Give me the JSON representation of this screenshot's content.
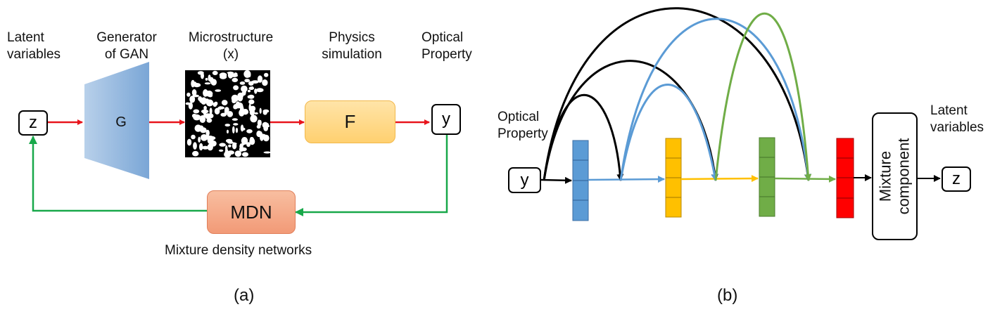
{
  "panel_a": {
    "header_latent": [
      "Latent",
      "variables"
    ],
    "header_generator": [
      "Generator",
      "of GAN"
    ],
    "header_micro": [
      "Microstructure",
      "(x)"
    ],
    "header_physics": [
      "Physics",
      "simulation"
    ],
    "header_optical": [
      "Optical",
      "Property"
    ],
    "node_z": "z",
    "generator_label": "G",
    "f_label": "F",
    "node_y": "y",
    "mdn_label": "MDN",
    "mdn_caption": "Mixture density networks",
    "caption": "(a)"
  },
  "panel_b": {
    "optical_label": [
      "Optical",
      "Property"
    ],
    "node_y": "y",
    "mixture_label": [
      "Mixture",
      "component"
    ],
    "latent_label": [
      "Latent",
      "variables"
    ],
    "node_z": "z",
    "caption": "(b)"
  },
  "colors": {
    "red": "#e8141c",
    "green": "#18a84a",
    "blue": "#5b9bd5",
    "orange": "#ffc000",
    "olive": "#70ad47",
    "cell_red": "#ff0000",
    "black": "#000000",
    "mdn_fill": "#f4a582",
    "f_fill": "#ffd27f"
  }
}
